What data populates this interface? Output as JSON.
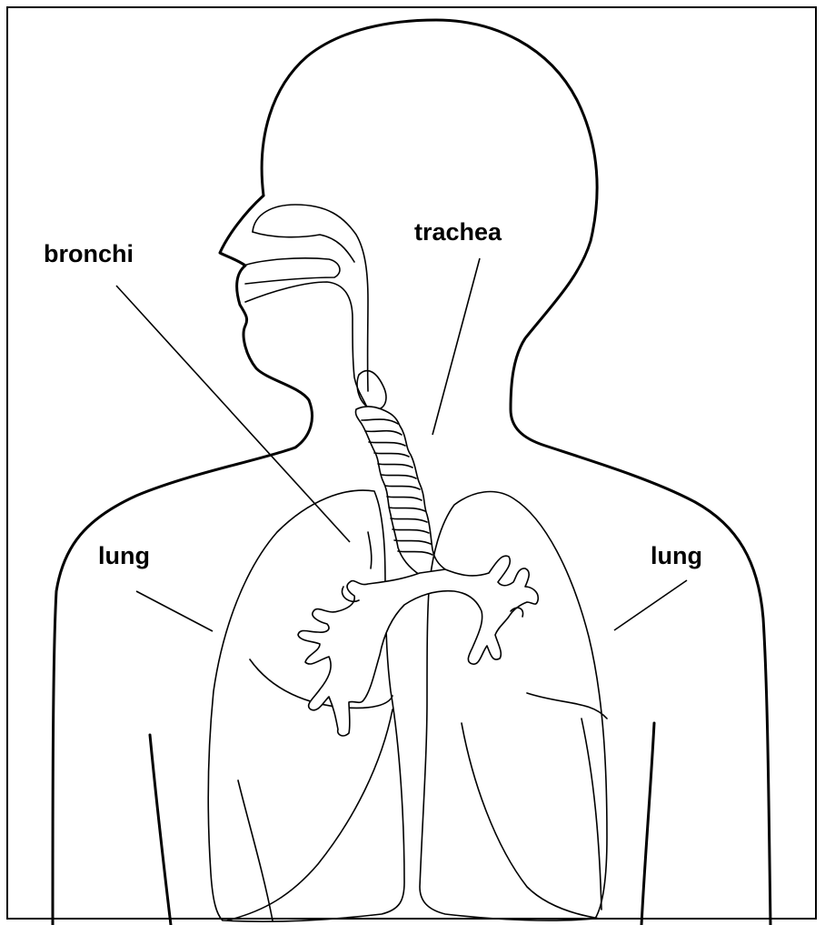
{
  "labels": {
    "bronchi": "bronchi",
    "trachea": "trachea",
    "lung_right_side": "lung",
    "lung_left_side": "lung"
  }
}
